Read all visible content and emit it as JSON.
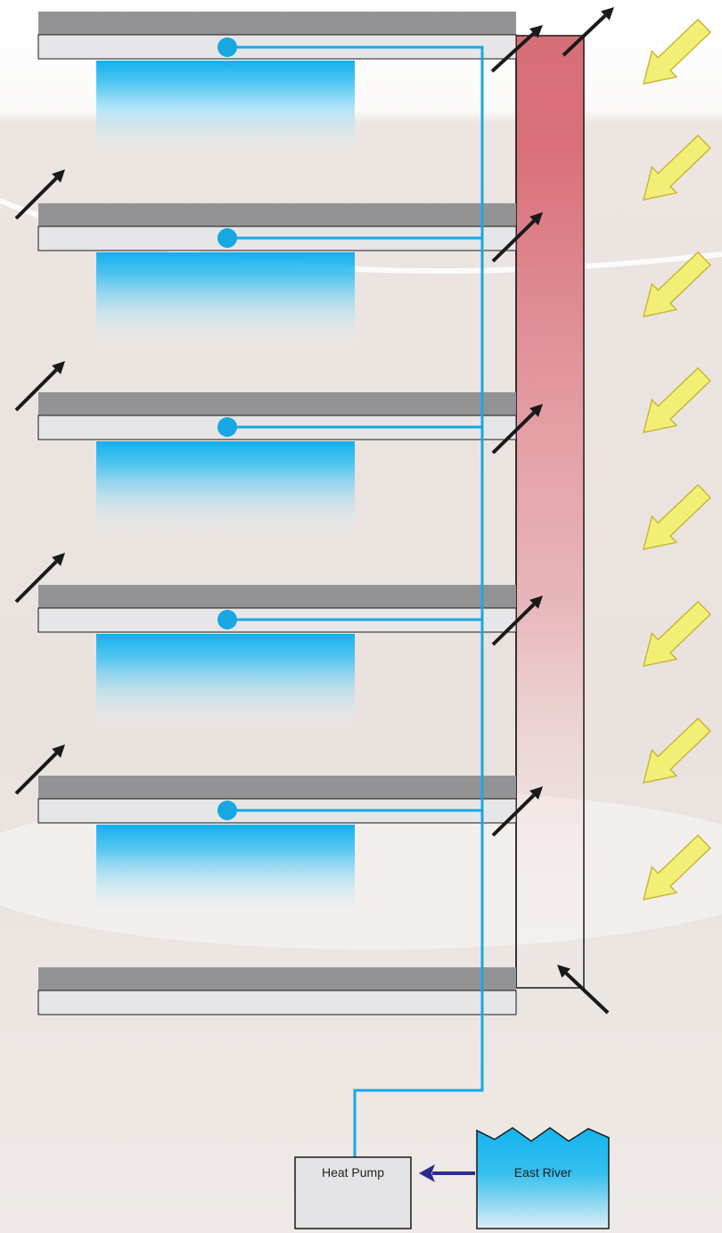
{
  "labels": {
    "heat_pump": "Heat Pump",
    "east_river": "East River"
  },
  "colors": {
    "slab_top": "#939395",
    "slab_bottom": "#e6e6e8",
    "pipe": "#17a8e3",
    "radiant_cooling": "#16b3ef",
    "double_facade": "#d97079",
    "sun_arrow_fill": "#f2ef76",
    "sun_arrow_stroke": "#c9b73c",
    "air_arrow": "#1a1a1a",
    "river_water": "#16b6ee",
    "heat_pump_arrow": "#2b2b8c",
    "background": "#ede7e3"
  },
  "floor_count": 6,
  "solar_arrow_count": 8
}
